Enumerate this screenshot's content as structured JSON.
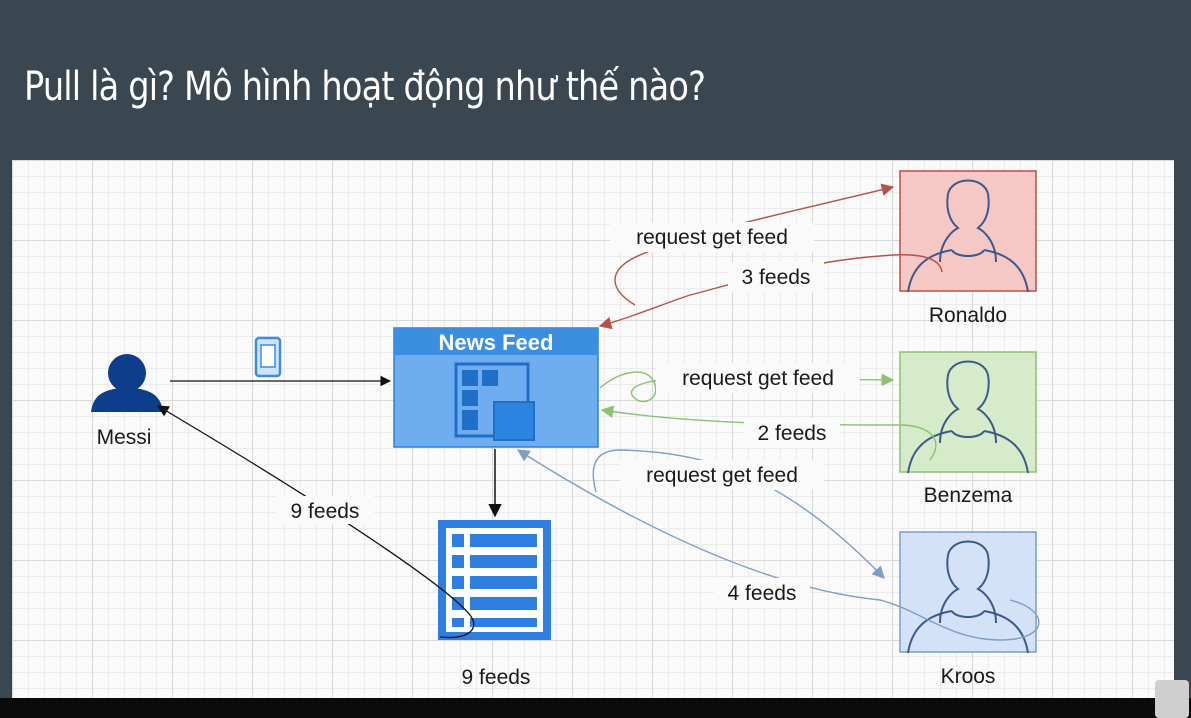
{
  "slide": {
    "title": "Pull là gì? Mô hình hoạt động như thế nào?"
  },
  "diagram": {
    "client": {
      "name": "Messi",
      "icon": "user-icon",
      "device_icon": "mobile-phone-icon"
    },
    "news_feed": {
      "title": "News Feed",
      "icon": "dashboard-grid-icon"
    },
    "storage": {
      "label": "9 feeds",
      "icon": "list-document-icon"
    },
    "return_label": "9 feeds",
    "sources": [
      {
        "name": "Ronaldo",
        "request_label": "request get feed",
        "response_label": "3 feeds",
        "color": "#b5524a",
        "fill": "#f5c7c5"
      },
      {
        "name": "Benzema",
        "request_label": "request get feed",
        "response_label": "2 feeds",
        "color": "#8fbf72",
        "fill": "#d5ebc9"
      },
      {
        "name": "Kroos",
        "request_label": "request get feed",
        "response_label": "4 feeds",
        "color": "#7d9ec6",
        "fill": "#d3e2f7"
      }
    ],
    "colors": {
      "news_feed_blue": "#3c8fe0",
      "news_feed_body": "#6eaef0",
      "messi_blue": "#0e3d8c",
      "background": "#3a4650",
      "annotation_ink": "#111111"
    }
  }
}
